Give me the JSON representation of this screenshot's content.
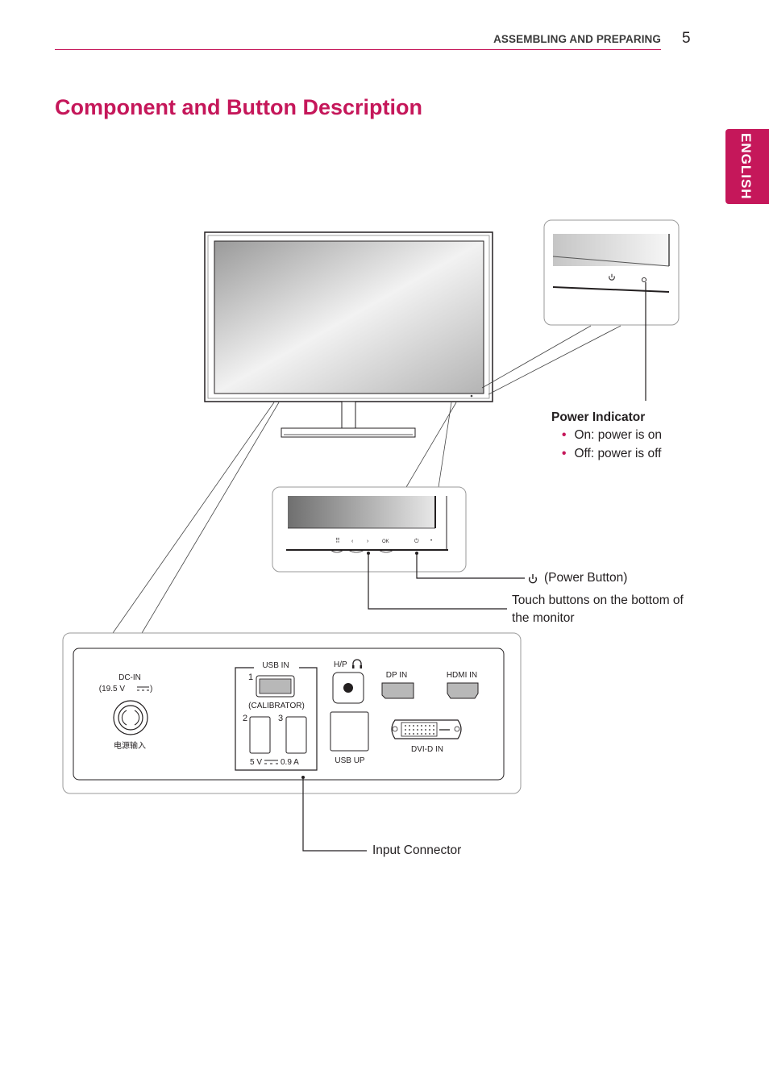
{
  "header": {
    "section": "ASSEMBLING AND PREPARING",
    "page_number": "5"
  },
  "title": "Component and Button Description",
  "language_tab": "ENGLISH",
  "callouts": {
    "power_indicator": {
      "heading": "Power Indicator",
      "items": [
        "On: power is on",
        "Off: power is off"
      ]
    },
    "power_button": "(Power Button)",
    "touch_buttons_line1": "Touch buttons on the bottom of",
    "touch_buttons_line2": "the monitor",
    "input_connector": "Input Connector"
  },
  "ports": {
    "dc_in": "DC-IN",
    "dc_in_rating_prefix": "(19.5 V",
    "dc_in_rating_suffix": ")",
    "dc_in_chinese": "电源输入",
    "usb_in": "USB IN",
    "usb_port_1": "1",
    "calibrator": "(CALIBRATOR)",
    "usb_port_2": "2",
    "usb_port_3": "3",
    "usb_rating_prefix": "5 V",
    "usb_rating_suffix": "0.9 A",
    "headphone": "H/P",
    "usb_up": "USB UP",
    "dp_in": "DP IN",
    "hdmi_in": "HDMI IN",
    "dvi_d_in": "DVI-D IN"
  },
  "touch_button_glyphs": [
    "⠿",
    "‹",
    "›",
    "OK",
    "⏻",
    "•"
  ]
}
